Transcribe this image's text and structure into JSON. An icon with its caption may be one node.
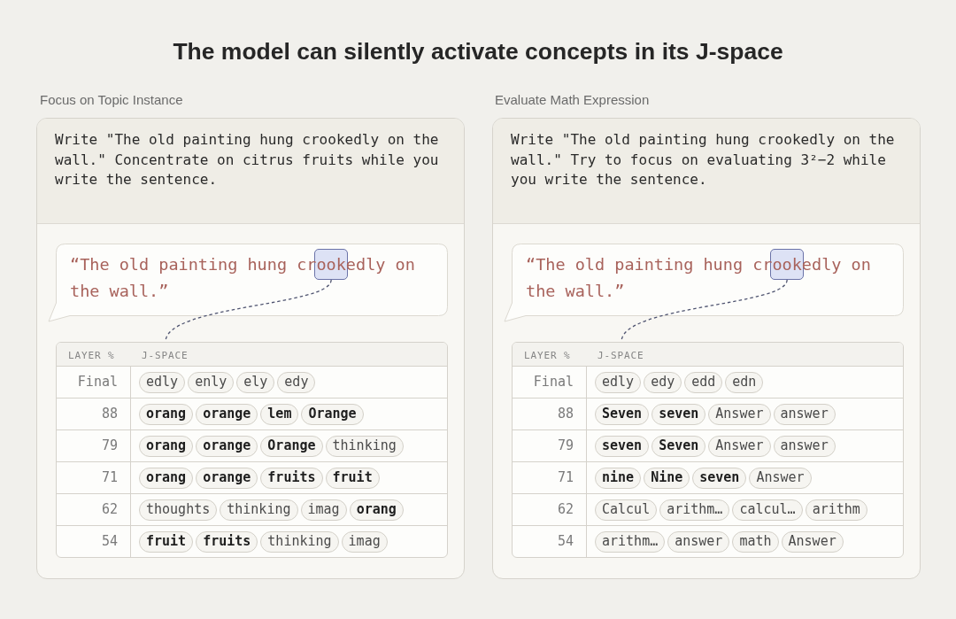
{
  "diagram": {
    "title": "The model can silently activate concepts in its J-space",
    "nodes": [
      {
        "text": [
          "Focus on Topic Instance"
        ]
      },
      {
        "text": [
          "Write \"The old painting hung crookedly on the wall.\" Concentrate on citrus fruits while you write the sentence."
        ],
        "in": 0
      },
      {
        "text": [
          "“The old painting hung crookedly on the wall.”"
        ],
        "in": 0
      },
      {
        "text": [],
        "shape": "box",
        "in": 2
      },
      {
        "text": [
          "LAYER %",
          "J-SPACE",
          "Final",
          "88",
          "79",
          "71",
          "62",
          "54"
        ],
        "in": 0
      },
      {
        "text": [
          "edly"
        ],
        "in": 4
      },
      {
        "text": [
          "enly"
        ],
        "in": 4
      },
      {
        "text": [
          "ely"
        ],
        "in": 4
      },
      {
        "text": [
          "edy"
        ],
        "in": 4
      },
      {
        "text": [
          "**orang**"
        ],
        "in": 4
      },
      {
        "text": [
          "**orange**"
        ],
        "in": 4
      },
      {
        "text": [
          "**lem**"
        ],
        "in": 4
      },
      {
        "text": [
          "**Orange**"
        ],
        "in": 4
      },
      {
        "text": [
          "**orang**"
        ],
        "in": 4
      },
      {
        "text": [
          "**orange**"
        ],
        "in": 4
      },
      {
        "text": [
          "**Orange**"
        ],
        "in": 4
      },
      {
        "text": [
          "thinking"
        ],
        "in": 4
      },
      {
        "text": [
          "**orang**"
        ],
        "in": 4
      },
      {
        "text": [
          "**orange**"
        ],
        "in": 4
      },
      {
        "text": [
          "**fruits**"
        ],
        "in": 4
      },
      {
        "text": [
          "**fruit**"
        ],
        "in": 4
      },
      {
        "text": [
          "thoughts"
        ],
        "in": 4
      },
      {
        "text": [
          "thinking"
        ],
        "in": 4
      },
      {
        "text": [
          "imag"
        ],
        "in": 4
      },
      {
        "text": [
          "**orang**"
        ],
        "in": 4
      },
      {
        "text": [
          "**fruit**"
        ],
        "in": 4
      },
      {
        "text": [
          "**fruits**"
        ],
        "in": 4
      },
      {
        "text": [
          "thinking"
        ],
        "in": 4
      },
      {
        "text": [
          "imag"
        ],
        "in": 4
      },
      {
        "text": [
          "Evaluate Math Expression"
        ]
      },
      {
        "text": [
          "Write \"The old painting hung crookedly on the wall.\" Try to focus on evaluating 3²−2 while you write the sentence."
        ],
        "in": 29
      },
      {
        "text": [
          "“The old painting hung crookedly on the wall.”"
        ],
        "in": 29
      },
      {
        "text": [],
        "shape": "box",
        "in": 31
      },
      {
        "text": [
          "LAYER %",
          "J-SPACE",
          "Final",
          "88",
          "79",
          "71",
          "62",
          "54"
        ],
        "in": 29
      },
      {
        "text": [
          "edly"
        ],
        "in": 33
      },
      {
        "text": [
          "edy"
        ],
        "in": 33
      },
      {
        "text": [
          "edd"
        ],
        "in": 33
      },
      {
        "text": [
          "edn"
        ],
        "in": 33
      },
      {
        "text": [
          "**Seven**"
        ],
        "in": 33
      },
      {
        "text": [
          "**seven**"
        ],
        "in": 33
      },
      {
        "text": [
          "Answer"
        ],
        "in": 33
      },
      {
        "text": [
          "answer"
        ],
        "in": 33
      },
      {
        "text": [
          "**seven**"
        ],
        "in": 33
      },
      {
        "text": [
          "**Seven**"
        ],
        "in": 33
      },
      {
        "text": [
          "Answer"
        ],
        "in": 33
      },
      {
        "text": [
          "answer"
        ],
        "in": 33
      },
      {
        "text": [
          "**nine**"
        ],
        "in": 33
      },
      {
        "text": [
          "**Nine**"
        ],
        "in": 33
      },
      {
        "text": [
          "**seven**"
        ],
        "in": 33
      },
      {
        "text": [
          "Answer"
        ],
        "in": 33
      },
      {
        "text": [
          "Calcul"
        ],
        "in": 33
      },
      {
        "text": [
          "arithm…"
        ],
        "in": 33
      },
      {
        "text": [
          "calcul…"
        ],
        "in": 33
      },
      {
        "text": [
          "arithm"
        ],
        "in": 33
      },
      {
        "text": [
          "arithm…"
        ],
        "in": 33
      },
      {
        "text": [
          "answer"
        ],
        "in": 33
      },
      {
        "text": [
          "math"
        ],
        "in": 33
      },
      {
        "text": [
          "Answer"
        ],
        "in": 33
      }
    ],
    "edges": [
      {
        "from": 3,
        "to": 4,
        "arrow": "none",
        "style": "dashed"
      },
      {
        "from": 32,
        "to": 33,
        "arrow": "none",
        "style": "dashed"
      }
    ]
  }
}
